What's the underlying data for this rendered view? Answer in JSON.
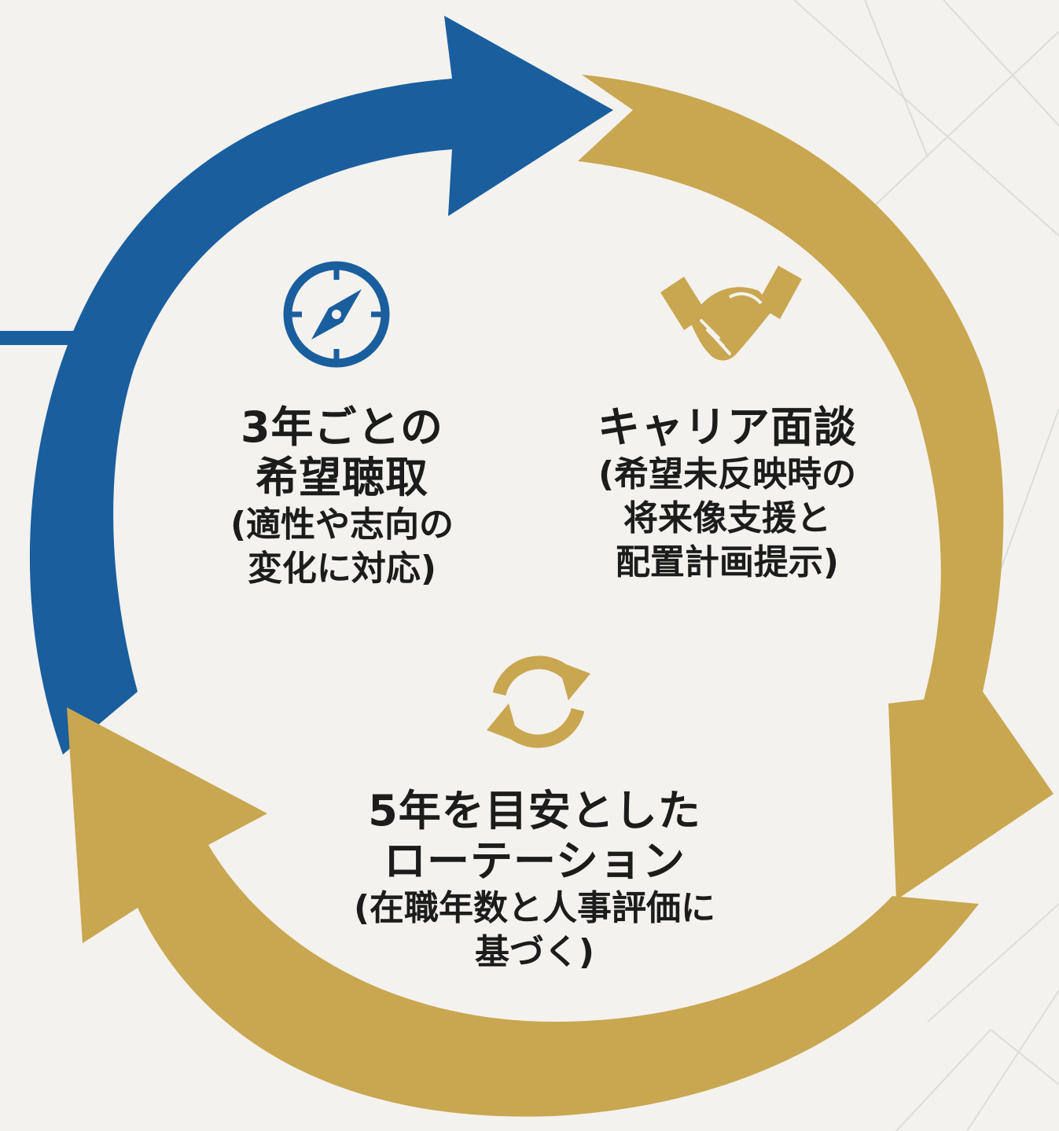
{
  "colors": {
    "background": "#f3f2ee",
    "blue": "#1a5e9e",
    "gold": "#c9a650",
    "text": "#1c1c1c"
  },
  "nodes": {
    "hearing": {
      "icon": "compass-icon",
      "title_lines": [
        "3年ごとの",
        "希望聴取"
      ],
      "sub_lines": [
        "(適性や志向の",
        "変化に対応)"
      ]
    },
    "interview": {
      "icon": "handshake-icon",
      "title_lines": [
        "キャリア面談"
      ],
      "sub_lines": [
        "(希望未反映時の",
        "将来像支援と",
        "配置計画提示)"
      ]
    },
    "rotation": {
      "icon": "refresh-icon",
      "title_lines": [
        "5年を目安とした",
        "ローテーション"
      ],
      "sub_lines": [
        "(在職年数と人事評価に",
        "基づく)"
      ]
    }
  }
}
